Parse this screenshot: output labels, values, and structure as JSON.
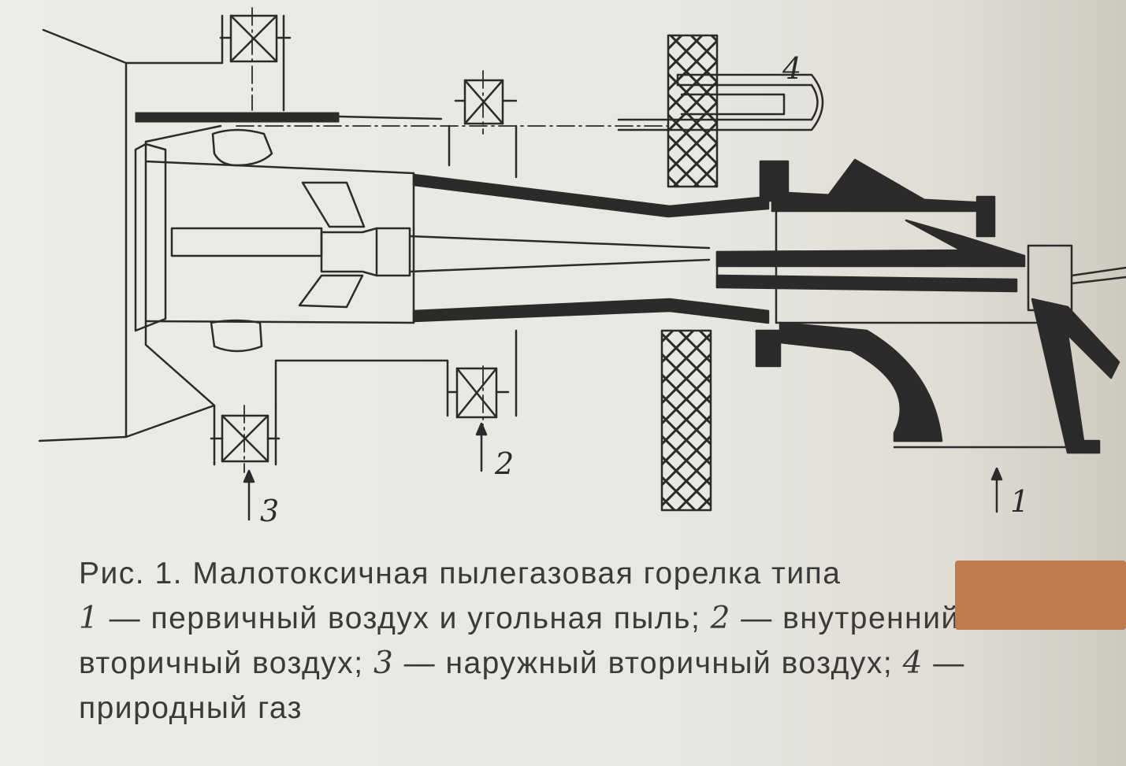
{
  "diagram": {
    "labels": {
      "one": "1",
      "two": "2",
      "three": "3",
      "four": "4"
    },
    "colors": {
      "ink": "#2b2b2b",
      "paper": "#e9e7e1",
      "redaction": "#c17a4c"
    }
  },
  "caption": {
    "title": "Рис. 1. Малотоксичная пылегазовая горелка типа",
    "legend": [
      {
        "num": "1",
        "text": " — первичный воздух и угольная пыль; "
      },
      {
        "num": "2",
        "text": " — внутренний"
      },
      {
        "text": "вторичный воздух; "
      },
      {
        "num": "3",
        "text": " — наружный вторичный воздух; "
      },
      {
        "num": "4",
        "text": " —"
      },
      {
        "text": "природный газ"
      }
    ]
  }
}
